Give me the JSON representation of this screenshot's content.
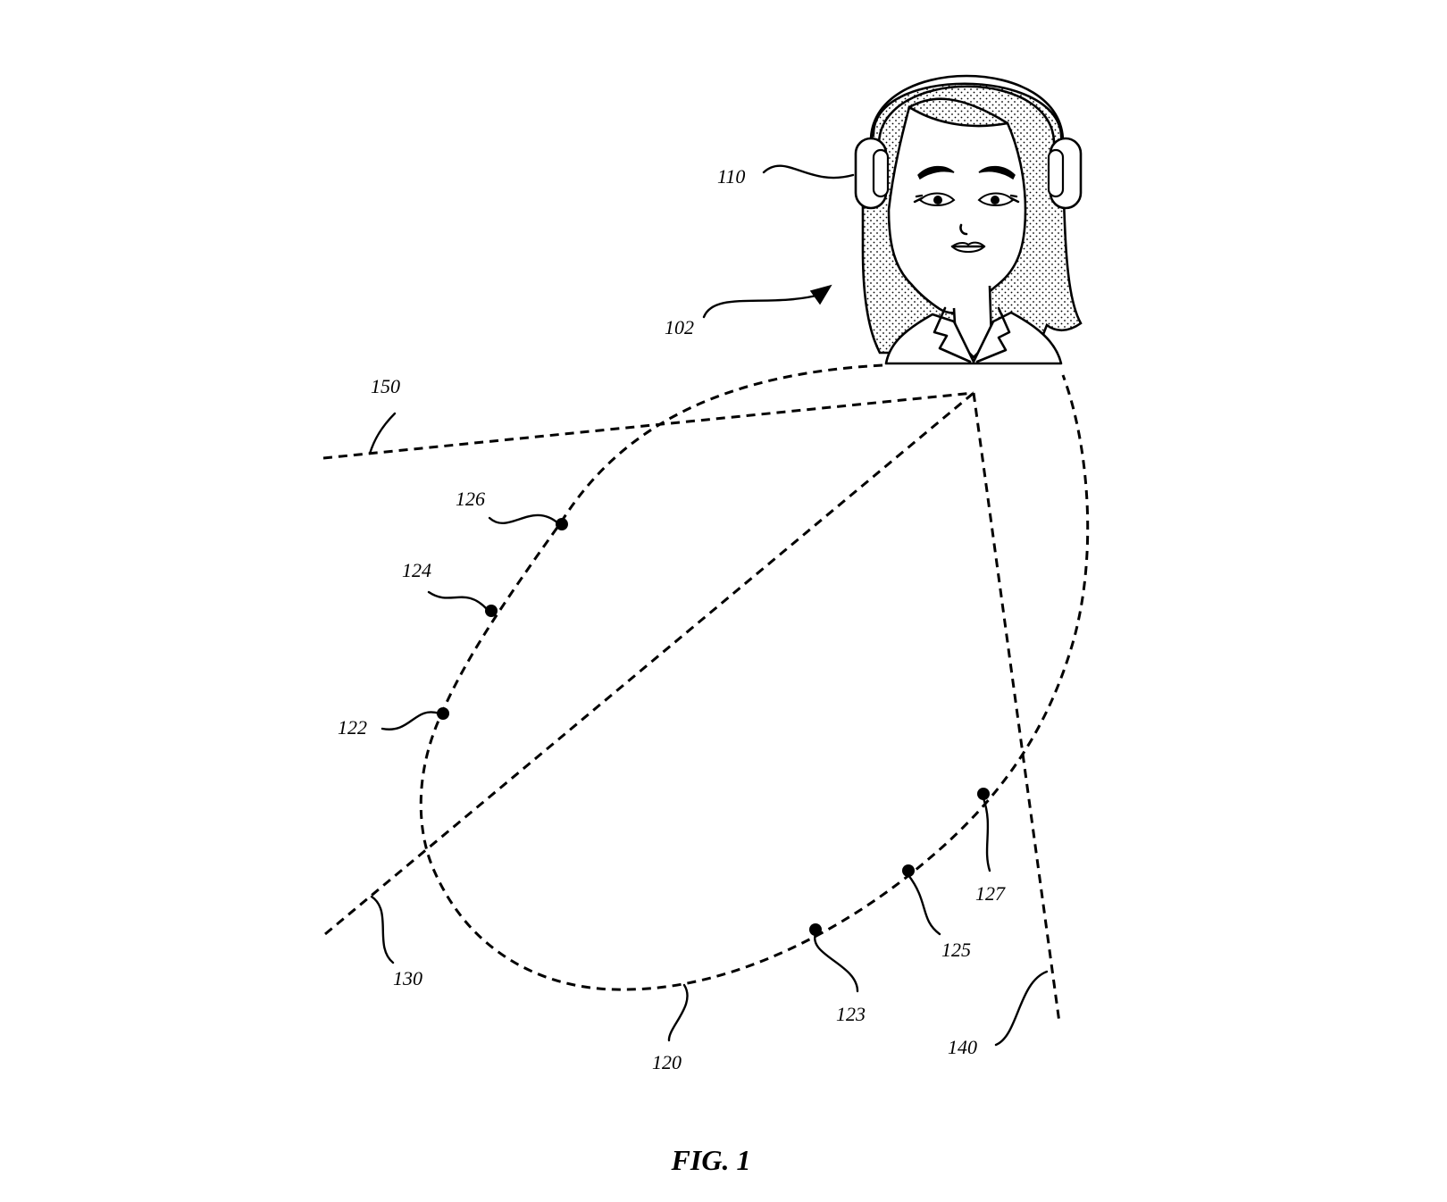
{
  "figure": {
    "caption": "FIG. 1"
  },
  "reference_numerals": {
    "headphones": "110",
    "user": "102",
    "line_upper": "150",
    "line_diagonal": "130",
    "line_right": "140",
    "path": "120",
    "point_122": "122",
    "point_124": "124",
    "point_126": "126",
    "point_123": "123",
    "point_125": "125",
    "point_127": "127"
  },
  "colors": {
    "ink": "#000000",
    "paper": "#ffffff"
  }
}
